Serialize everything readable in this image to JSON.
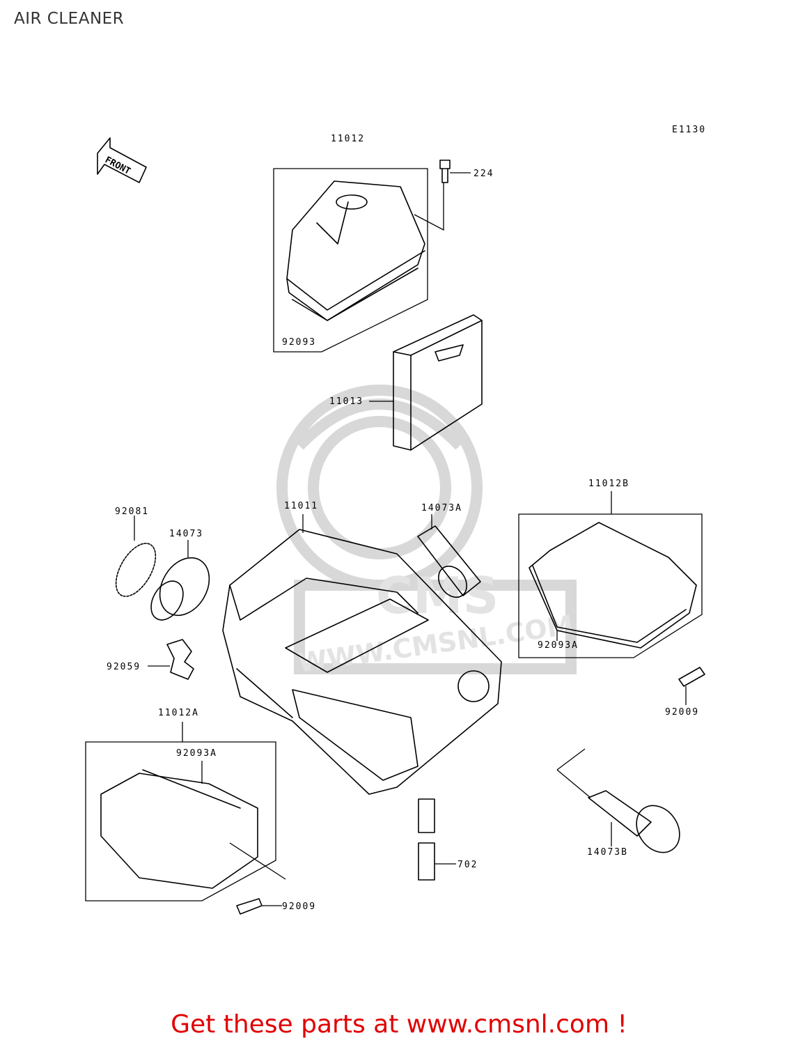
{
  "page": {
    "title": "AIR CLEANER"
  },
  "diagram": {
    "code": "E1130",
    "front_label": "FRONT",
    "parts": [
      {
        "id": "11012",
        "label": "11012"
      },
      {
        "id": "224",
        "label": "224"
      },
      {
        "id": "92093",
        "label": "92093"
      },
      {
        "id": "11013",
        "label": "11013"
      },
      {
        "id": "92081",
        "label": "92081"
      },
      {
        "id": "14073",
        "label": "14073"
      },
      {
        "id": "11011",
        "label": "11011"
      },
      {
        "id": "14073A",
        "label": "14073A"
      },
      {
        "id": "11012B",
        "label": "11012B"
      },
      {
        "id": "92093A-right",
        "label": "92093A"
      },
      {
        "id": "92009-right",
        "label": "92009"
      },
      {
        "id": "92059",
        "label": "92059"
      },
      {
        "id": "11012A",
        "label": "11012A"
      },
      {
        "id": "92093A-left",
        "label": "92093A"
      },
      {
        "id": "92009-left",
        "label": "92009"
      },
      {
        "id": "702",
        "label": "702"
      },
      {
        "id": "14073B",
        "label": "14073B"
      }
    ]
  },
  "watermark": {
    "text": "WWW.CMSNL.COM",
    "logo": "CMS"
  },
  "footer": {
    "text": "Get these parts at www.cmsnl.com !",
    "color": "#e00000"
  }
}
